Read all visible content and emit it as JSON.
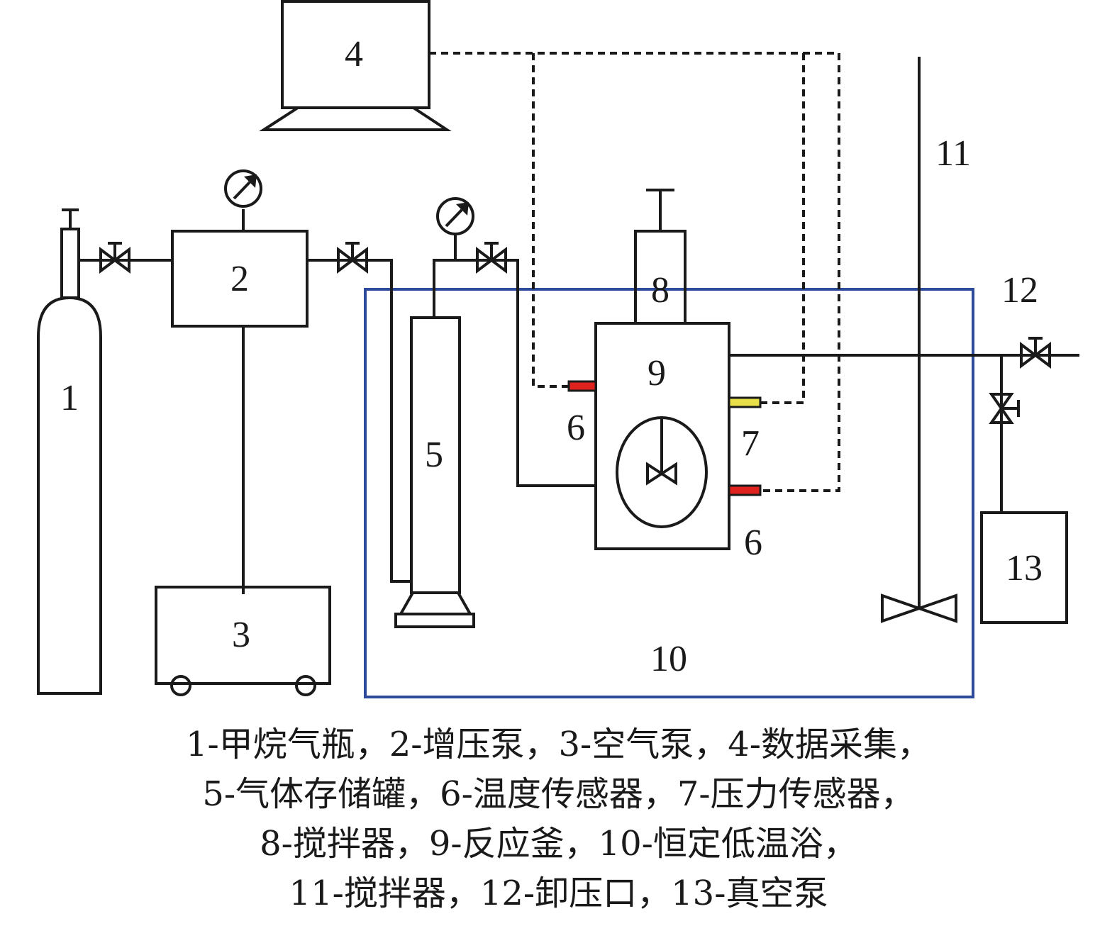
{
  "labels": {
    "n1": "1",
    "n2": "2",
    "n3": "3",
    "n4": "4",
    "n5": "5",
    "n6a": "6",
    "n6b": "6",
    "n7": "7",
    "n8": "8",
    "n9": "9",
    "n10": "10",
    "n11": "11",
    "n12": "12",
    "n13": "13"
  },
  "legend": [
    "1-甲烷气瓶，2-增压泵，3-空气泵，4-数据采集，",
    "5-气体存储罐，6-温度传感器，7-压力传感器，",
    "8-搅拌器，9-反应釜，10-恒定低温浴，",
    "11-搅拌器，12-卸压口，13-真空泵"
  ],
  "colors": {
    "line": "#1a1a1a",
    "bath_border": "#2e4a9a",
    "temperature_sensor": "#e0221f",
    "pressure_sensor": "#e8e04a"
  }
}
